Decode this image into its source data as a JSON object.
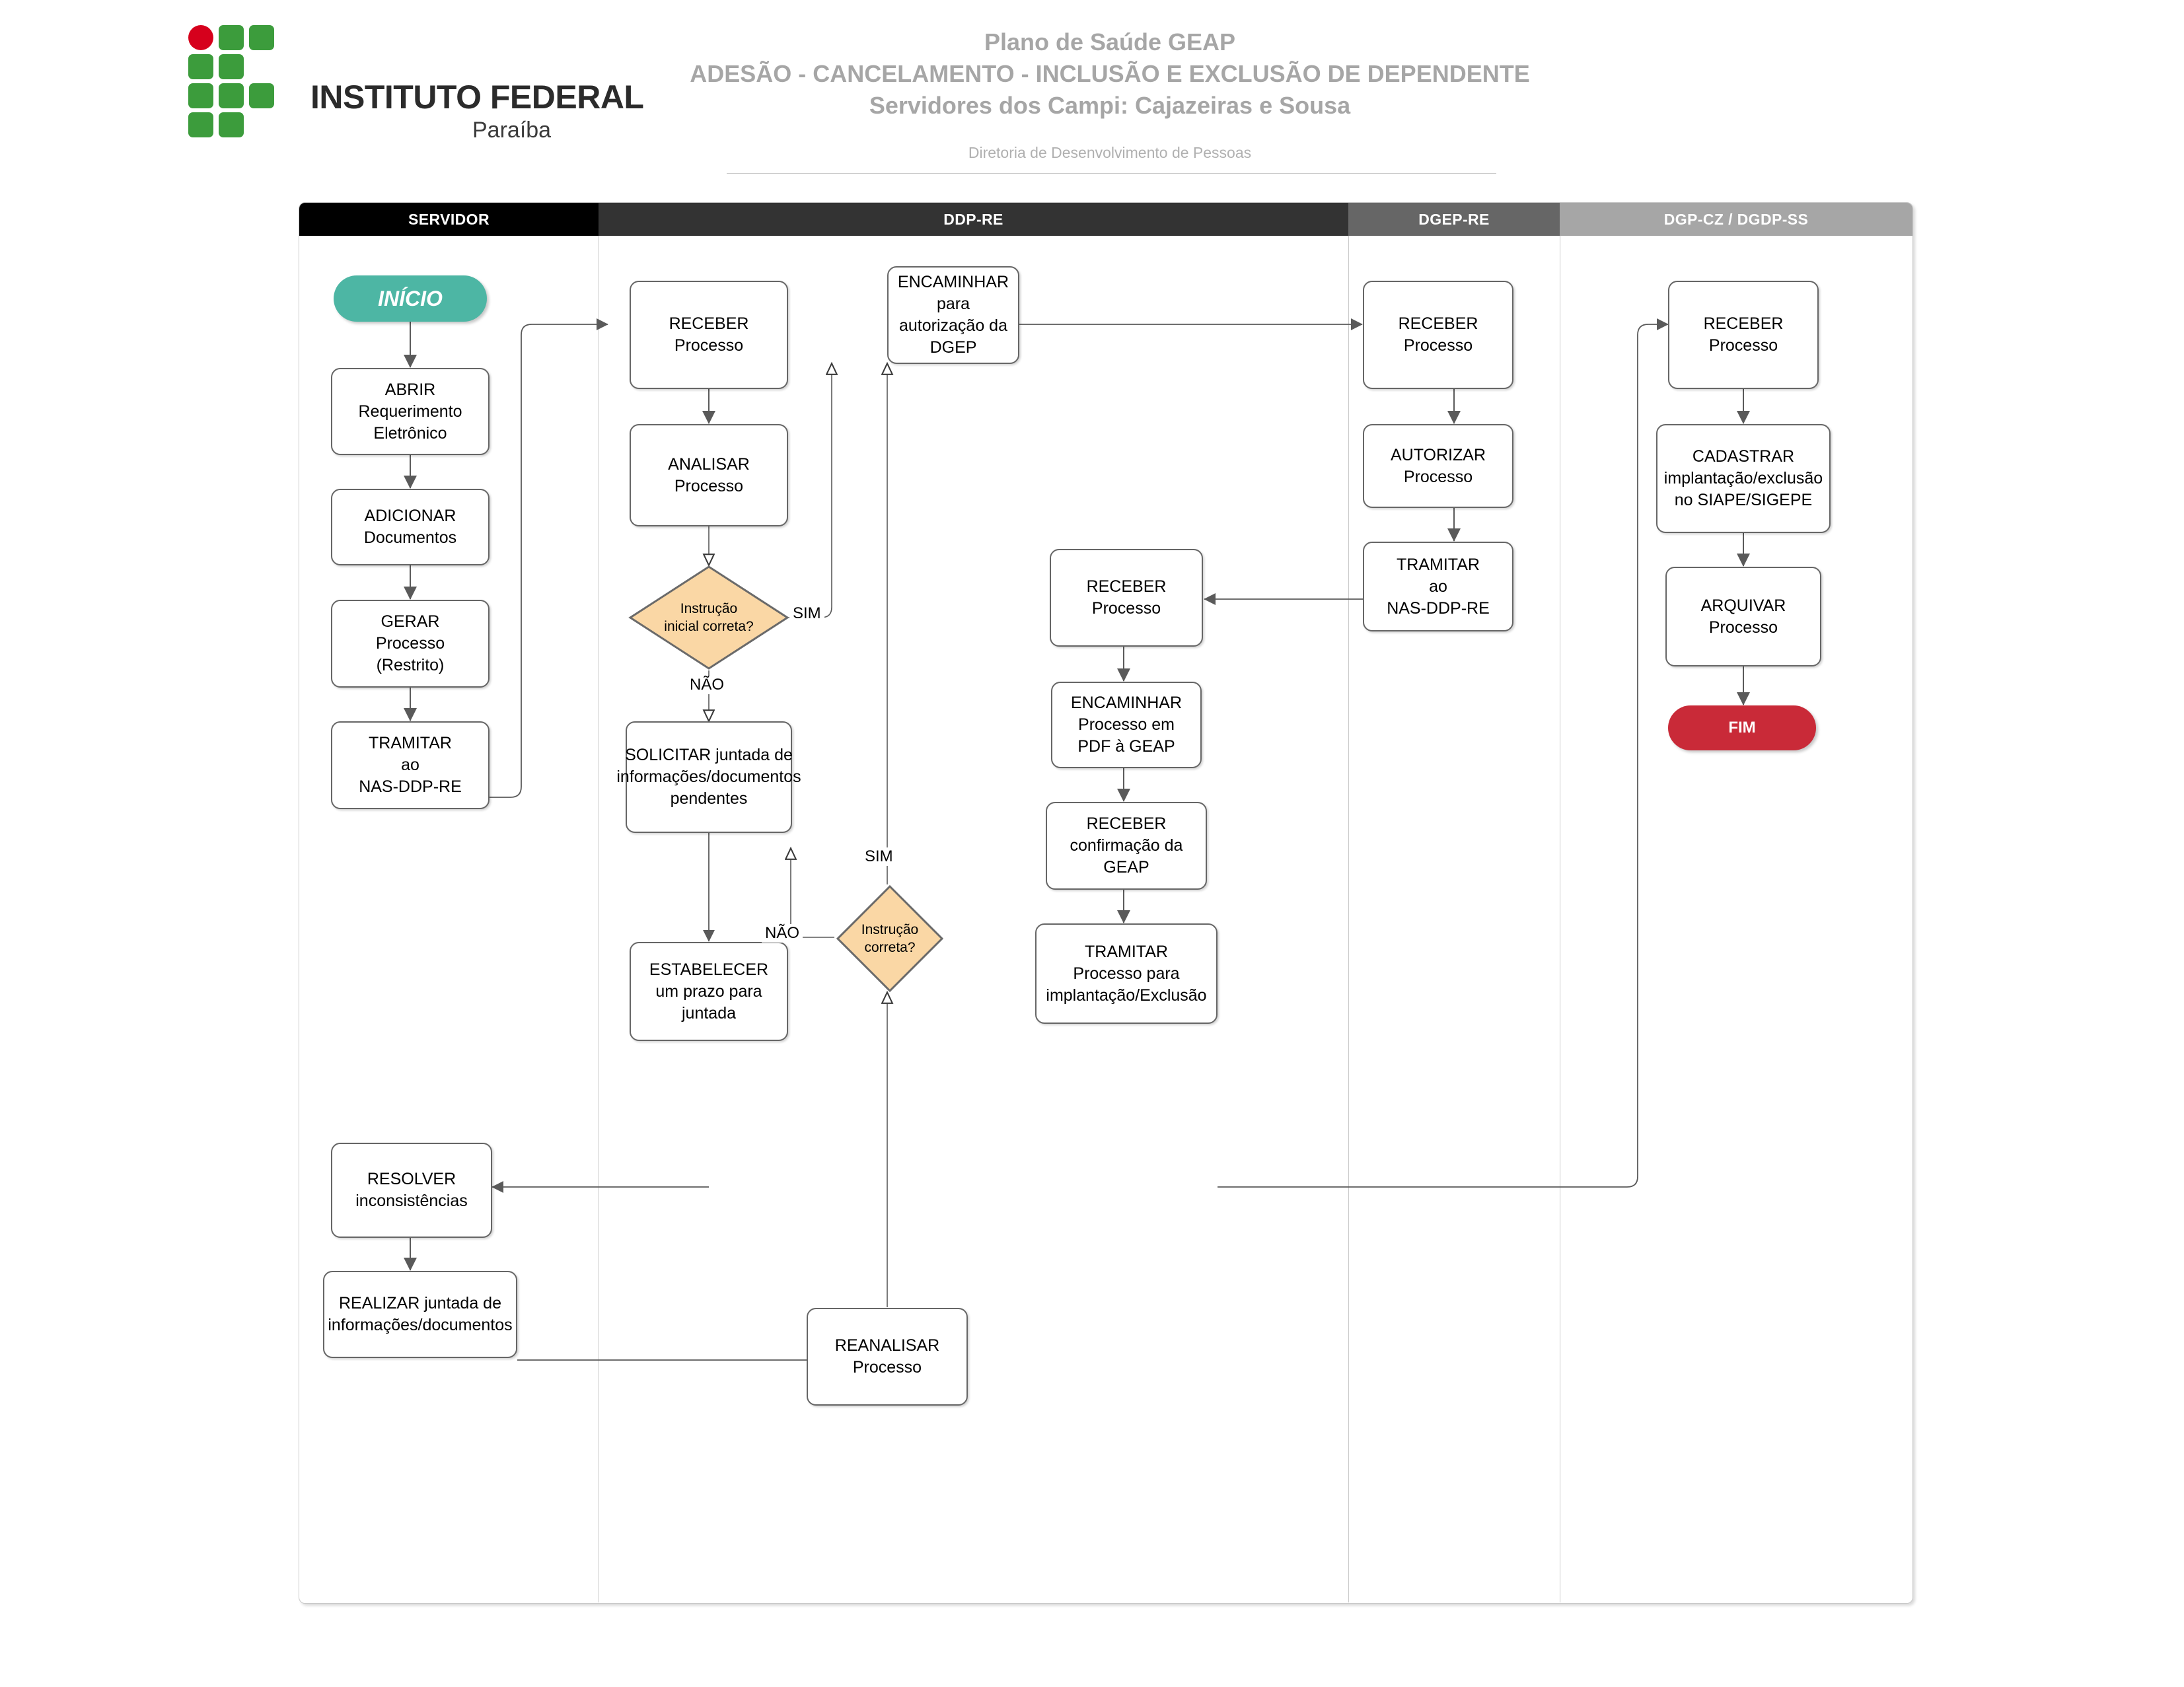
{
  "header": {
    "logo": {
      "name_main": "INSTITUTO FEDERAL",
      "name_sub": "Paraíba"
    },
    "title_line1": "Plano de Saúde GEAP",
    "title_line2": "ADESÃO - CANCELAMENTO - INCLUSÃO E EXCLUSÃO DE DEPENDENTE",
    "title_line3": "Servidores dos Campi: Cajazeiras e Sousa",
    "subtitle": "Diretoria de Desenvolvimento de Pessoas"
  },
  "colors": {
    "lane_servidor": "#000000",
    "lane_ddpre": "#333333",
    "lane_dgepre": "#666666",
    "lane_dgpcz": "#A6A6A6",
    "start_fill": "#4DB6A4",
    "end_fill": "#C92A38",
    "decision_fill": "#FAD7A5",
    "node_border": "#666666",
    "title_gray": "#A6A6A6"
  },
  "lanes": [
    {
      "id": "servidor",
      "label": "SERVIDOR"
    },
    {
      "id": "ddp-re",
      "label": "DDP-RE"
    },
    {
      "id": "dgep-re",
      "label": "DGEP-RE"
    },
    {
      "id": "dgp-cz-dgdp-ss",
      "label": "DGP-CZ / DGDP-SS"
    }
  ],
  "nodes": {
    "inicio": "INÍCIO",
    "abrir": "ABRIR\nRequerimento\nEletrônico",
    "adicionar": "ADICIONAR\nDocumentos",
    "gerar": "GERAR\nProcesso\n(Restrito)",
    "tramitar_nas": "TRAMITAR\nao\nNAS-DDP-RE",
    "resolver": "RESOLVER\ninconsistências",
    "realizar": "REALIZAR  juntada de\ninformações/documentos",
    "receber1": "RECEBER\nProcesso",
    "analisar": "ANALISAR\nProcesso",
    "solicitar": "SOLICITAR juntada de\ninformações/documentos\npendentes",
    "estabelecer": "ESTABELECER\num prazo para\njuntada",
    "reanalisar": "REANALISAR\nProcesso",
    "encaminhar_dgep": "ENCAMINHAR\npara\nautorização da\nDGEP",
    "receber_dgep": "RECEBER\nProcesso",
    "autorizar": "AUTORIZAR\nProcesso",
    "tramitar_nasddp": "TRAMITAR\nao\nNAS-DDP-RE",
    "receber2": "RECEBER\nProcesso",
    "encaminhar_geap": "ENCAMINHAR\nProcesso em\nPDF à GEAP",
    "receber_conf": "RECEBER\nconfirmação da\nGEAP",
    "tramitar_impl": "TRAMITAR\nProcesso para\nimplantação/Exclusão",
    "receber4": "RECEBER\nProcesso",
    "cadastrar": "CADASTRAR\nimplantação/exclusão\nno SIAPE/SIGEPE",
    "arquivar": "ARQUIVAR\nProcesso",
    "fim": "FIM"
  },
  "decisions": {
    "d1_line1": "Instrução",
    "d1_line2": "inicial correta?",
    "d2_line1": "Instrução",
    "d2_line2": "correta?"
  },
  "edge_labels": {
    "d1_sim": "SIM",
    "d1_nao": "NÃO",
    "d2_sim": "SIM",
    "d2_nao": "NÃO"
  }
}
